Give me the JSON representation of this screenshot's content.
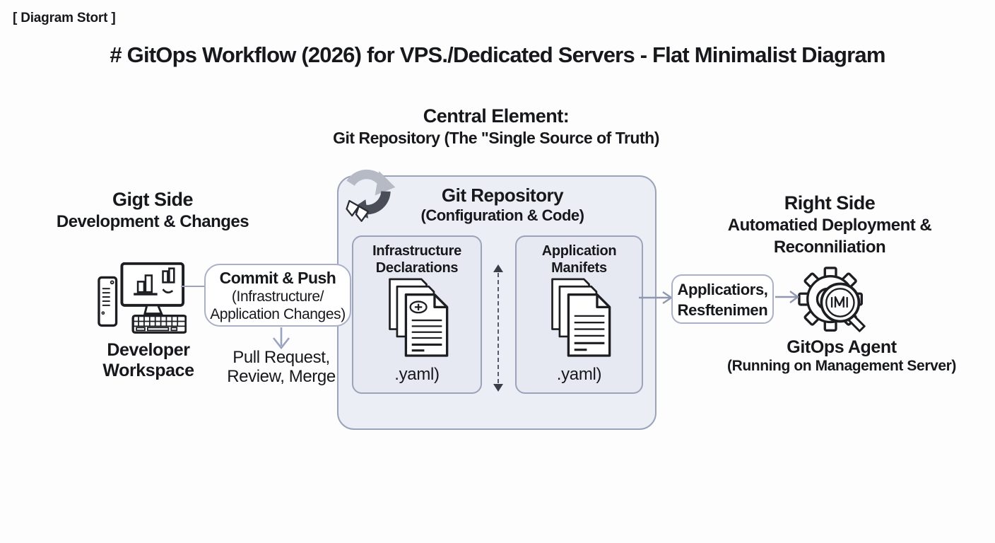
{
  "page": {
    "corner_label": "[ Diagram Stort ]",
    "title": "# GitOps Workflow (2026) for VPS./Dedicated Servers - Flat Minimalist Diagram"
  },
  "central": {
    "heading": "Central Element:",
    "subheading": "Git Repository (The \"Single Source of Truth)",
    "box_title": "Git Repository",
    "box_subtitle": "(Configuration & Code)",
    "infra": {
      "line1": "Infrastructure",
      "line2": "Declarations",
      "file": ".yaml)"
    },
    "app": {
      "line1": "Application",
      "line2": "Manifets",
      "file": ".yaml)"
    }
  },
  "left": {
    "heading1": "Gigt Side",
    "heading2": "Development & Changes",
    "workspace_label1": "Developer",
    "workspace_label2": "Workspace",
    "commit_box": {
      "line1": "Commit & Push",
      "line2": "(Infrastructure/",
      "line3": "Application Changes)"
    },
    "pull_label1": "Pull Request,",
    "pull_label2": "Review, Merge"
  },
  "right": {
    "heading1": "Right Side",
    "heading2": "Automatied Deployment &",
    "heading3": "Reconniliation",
    "apps_box": {
      "line1": "Applicatiors,",
      "line2": "Resftenimen"
    },
    "agent_label1": "GitOps Agent",
    "agent_label2": "(Running on Management Server)"
  },
  "icons": {
    "sync": "sync-circular-arrows-icon",
    "workstation": "developer-workstation-icon",
    "infra_docs": "document-stack-plus-icon",
    "app_docs": "document-stack-icon",
    "agent": "gear-magnifier-icon",
    "connectors": [
      "horizontal-line",
      "down-arrow-icon",
      "bidirectional-dashed-arrow",
      "right-arrow-icon",
      "right-arrow-icon"
    ]
  },
  "colors": {
    "background": "#FDFDFD",
    "text": "#17181C",
    "panel_fill": "#ECEEF6",
    "inner_panel_fill": "#E7E9F2",
    "panel_border": "#9AA3B9",
    "node_border": "#A9B0C8",
    "arrow": "#8F98AF",
    "dark_arrow": "#3A3E49",
    "sync_light": "#B6BAC4",
    "sync_dark": "#4A4E59"
  }
}
